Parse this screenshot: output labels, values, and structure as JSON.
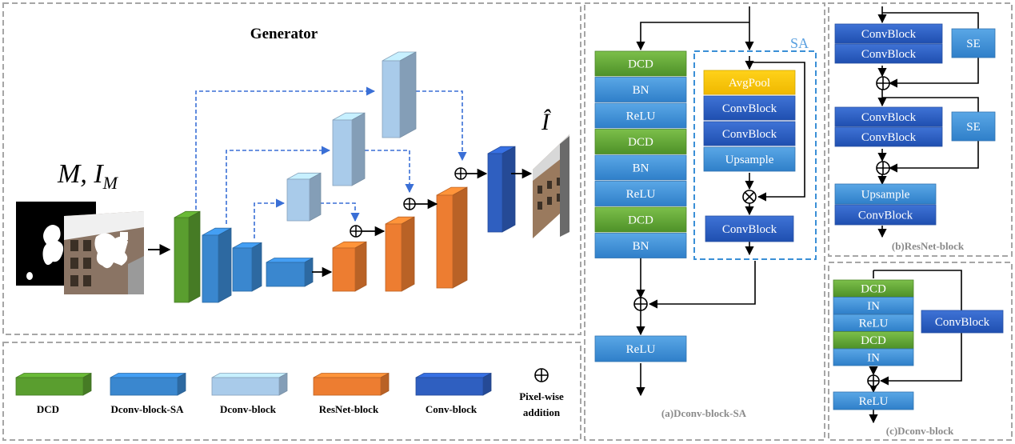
{
  "generator": {
    "title": "Generator",
    "input_label": "M, I",
    "input_subscript": "M",
    "output_label": "Î"
  },
  "legend": {
    "items": [
      {
        "label": "DCD",
        "color": "#5a9e2f"
      },
      {
        "label": "Dconv-block-SA",
        "color": "#3a87cf"
      },
      {
        "label": "Dconv-block",
        "color": "#a9cbea"
      },
      {
        "label": "ResNet-block",
        "color": "#ed7d31"
      },
      {
        "label": "Conv-block",
        "color": "#2f5fc0"
      }
    ],
    "addition_symbol": "⊕",
    "addition_label_1": "Pixel-wise",
    "addition_label_2": "addition"
  },
  "panel_a": {
    "caption": "(a)Dconv-block-SA",
    "left_stack": [
      "DCD",
      "BN",
      "ReLU",
      "DCD",
      "BN",
      "ReLU",
      "DCD",
      "BN"
    ],
    "sa_label": "SA",
    "sa_stack": [
      "AvgPool",
      "ConvBlock",
      "ConvBlock",
      "Upsample"
    ],
    "sa_conv": "ConvBlock",
    "final": "ReLU"
  },
  "panel_b": {
    "caption": "(b)ResNet-block",
    "group1": [
      "ConvBlock",
      "ConvBlock"
    ],
    "se1": "SE",
    "group2": [
      "ConvBlock",
      "ConvBlock"
    ],
    "se2": "SE",
    "group3": [
      "Upsample",
      "ConvBlock"
    ]
  },
  "panel_c": {
    "caption": "(c)Dconv-block",
    "stack": [
      "DCD",
      "IN",
      "ReLU",
      "DCD",
      "IN"
    ],
    "side": "ConvBlock",
    "final": "ReLU"
  },
  "colors": {
    "dcd": "#5a9e2f",
    "dconv_sa": "#3a87cf",
    "dconv": "#a9cbea",
    "resnet": "#ed7d31",
    "conv": "#2f5fc0",
    "avgpool": "#f5c400",
    "dashed_border": "#a6a6a6",
    "sa_border": "#3a8fd6"
  }
}
